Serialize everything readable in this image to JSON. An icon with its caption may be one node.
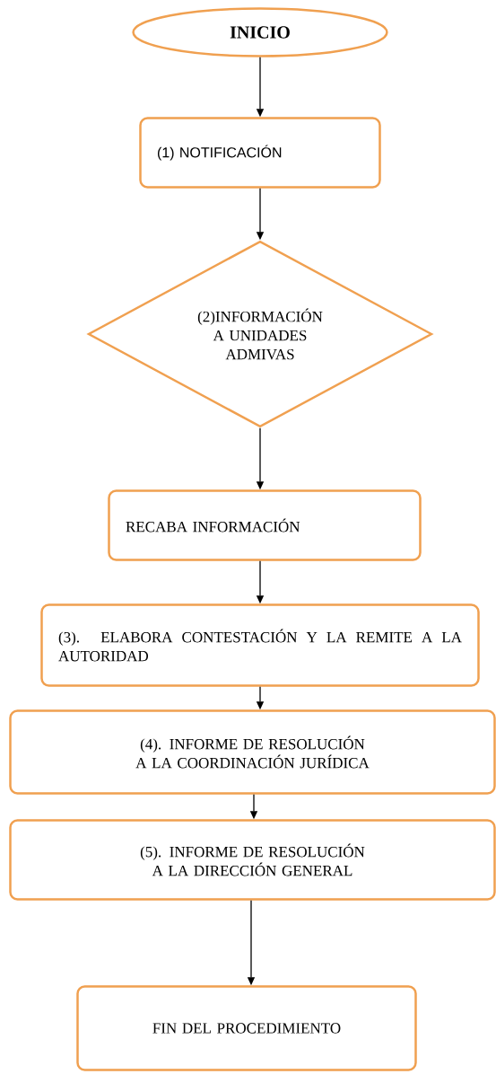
{
  "diagram": {
    "nodes": [
      {
        "text": [
          "INICIO"
        ]
      },
      {
        "text": [
          "(1) NOTIFICACIÓN"
        ]
      },
      {
        "text": [
          "(2)INFORMACIÓN A UNIDADES ADMIVAS"
        ]
      },
      {
        "text": [
          "RECABA INFORMACIÓN"
        ]
      },
      {
        "text": [
          "(3). ELABORA CONTESTACIÓN Y LA REMITE A LA AUTORIDAD"
        ]
      },
      {
        "text": [
          "(4). INFORME DE RESOLUCIÓN A LA COORDINACIÓN JURÍDICA"
        ]
      },
      {
        "text": [
          "(5). INFORME DE RESOLUCIÓN A LA DIRECCIÓN GENERAL"
        ]
      },
      {
        "text": [
          "FIN DEL PROCEDIMIENTO"
        ]
      }
    ],
    "edges": [
      {
        "from": 0,
        "to": 1,
        "arrow": "to"
      },
      {
        "from": 1,
        "to": 2,
        "arrow": "to"
      },
      {
        "from": 2,
        "to": 3,
        "arrow": "to"
      },
      {
        "from": 3,
        "to": 4,
        "arrow": "to"
      },
      {
        "from": 4,
        "to": 5,
        "arrow": "to"
      },
      {
        "from": 5,
        "to": 6,
        "arrow": "to"
      },
      {
        "from": 6,
        "to": 7,
        "arrow": "to"
      }
    ]
  }
}
